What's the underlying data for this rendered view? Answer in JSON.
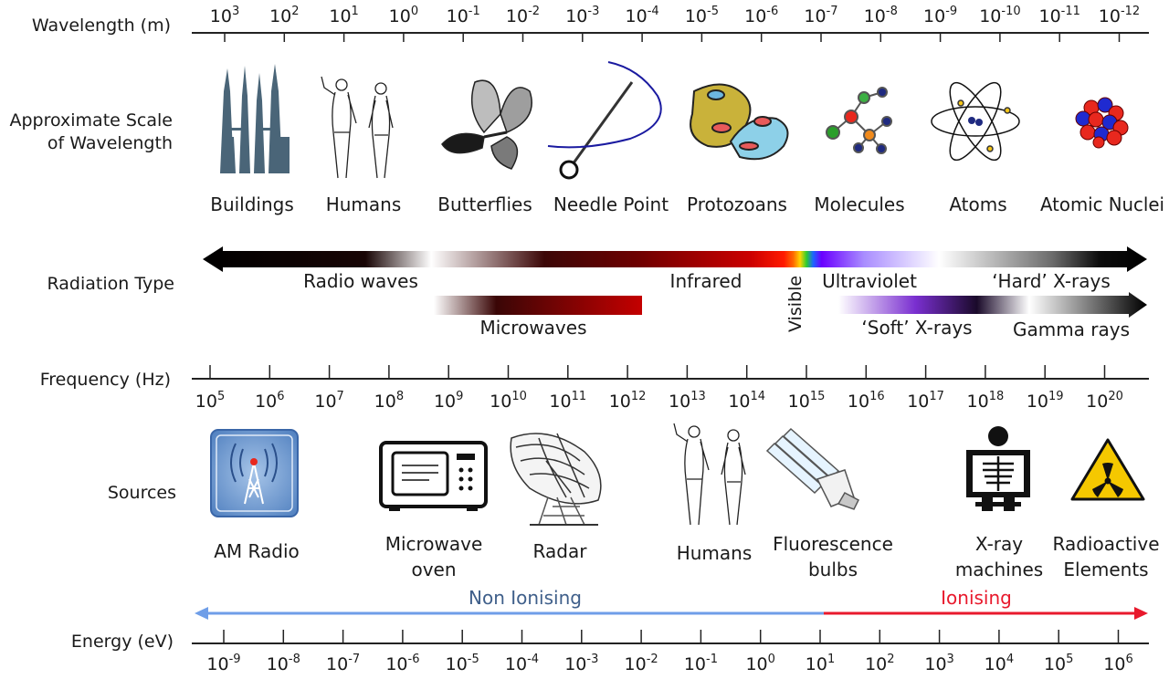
{
  "rows": {
    "wavelength": "Wavelength (m)",
    "scale_line1": "Approximate Scale",
    "scale_line2": "of Wavelength",
    "radiation": "Radiation Type",
    "frequency": "Frequency (Hz)",
    "sources": "Sources",
    "energy": "Energy (eV)"
  },
  "wavelength_ticks": [
    {
      "base": "10",
      "exp": "3"
    },
    {
      "base": "10",
      "exp": "2"
    },
    {
      "base": "10",
      "exp": "1"
    },
    {
      "base": "10",
      "exp": "0"
    },
    {
      "base": "10",
      "exp": "-1"
    },
    {
      "base": "10",
      "exp": "-2"
    },
    {
      "base": "10",
      "exp": "-3"
    },
    {
      "base": "10",
      "exp": "-4"
    },
    {
      "base": "10",
      "exp": "-5"
    },
    {
      "base": "10",
      "exp": "-6"
    },
    {
      "base": "10",
      "exp": "-7"
    },
    {
      "base": "10",
      "exp": "-8"
    },
    {
      "base": "10",
      "exp": "-9"
    },
    {
      "base": "10",
      "exp": "-10"
    },
    {
      "base": "10",
      "exp": "-11"
    },
    {
      "base": "10",
      "exp": "-12"
    }
  ],
  "scale_items": [
    {
      "label": "Buildings",
      "icon": "buildings-icon"
    },
    {
      "label": "Humans",
      "icon": "humans-icon"
    },
    {
      "label": "Butterflies",
      "icon": "butterfly-icon"
    },
    {
      "label": "Needle Point",
      "icon": "needle-icon"
    },
    {
      "label": "Protozoans",
      "icon": "protozoan-icon"
    },
    {
      "label": "Molecules",
      "icon": "molecule-icon"
    },
    {
      "label": "Atoms",
      "icon": "atom-icon"
    },
    {
      "label": "Atomic Nuclei",
      "icon": "nucleus-icon"
    }
  ],
  "radiation_types": {
    "radio": "Radio waves",
    "infrared": "Infrared",
    "visible": "Visible",
    "ultraviolet": "Ultraviolet",
    "hard_xrays": "‘Hard’ X-rays",
    "microwaves": "Microwaves",
    "soft_xrays": "‘Soft’ X-rays",
    "gamma": "Gamma rays"
  },
  "frequency_ticks": [
    {
      "base": "10",
      "exp": "5"
    },
    {
      "base": "10",
      "exp": "6"
    },
    {
      "base": "10",
      "exp": "7"
    },
    {
      "base": "10",
      "exp": "8"
    },
    {
      "base": "10",
      "exp": "9"
    },
    {
      "base": "10",
      "exp": "10"
    },
    {
      "base": "10",
      "exp": "11"
    },
    {
      "base": "10",
      "exp": "12"
    },
    {
      "base": "10",
      "exp": "13"
    },
    {
      "base": "10",
      "exp": "14"
    },
    {
      "base": "10",
      "exp": "15"
    },
    {
      "base": "10",
      "exp": "16"
    },
    {
      "base": "10",
      "exp": "17"
    },
    {
      "base": "10",
      "exp": "18"
    },
    {
      "base": "10",
      "exp": "19"
    },
    {
      "base": "10",
      "exp": "20"
    }
  ],
  "sources": {
    "am_radio": "AM Radio",
    "microwave_l1": "Microwave",
    "microwave_l2": "oven",
    "radar": "Radar",
    "humans": "Humans",
    "fluor_l1": "Fluorescence",
    "fluor_l2": "bulbs",
    "xray_l1": "X-ray",
    "xray_l2": "machines",
    "radio_l1": "Radioactive",
    "radio_l2": "Elements"
  },
  "ionising": {
    "non": "Non Ionising",
    "ion": "Ionising",
    "non_color": "#6f9ee8",
    "ion_color": "#e8192c"
  },
  "energy_ticks": [
    {
      "base": "10",
      "exp": "-9"
    },
    {
      "base": "10",
      "exp": "-8"
    },
    {
      "base": "10",
      "exp": "-7"
    },
    {
      "base": "10",
      "exp": "-6"
    },
    {
      "base": "10",
      "exp": "-5"
    },
    {
      "base": "10",
      "exp": "-4"
    },
    {
      "base": "10",
      "exp": "-3"
    },
    {
      "base": "10",
      "exp": "-2"
    },
    {
      "base": "10",
      "exp": "-1"
    },
    {
      "base": "10",
      "exp": "0"
    },
    {
      "base": "10",
      "exp": "1"
    },
    {
      "base": "10",
      "exp": "2"
    },
    {
      "base": "10",
      "exp": "3"
    },
    {
      "base": "10",
      "exp": "4"
    },
    {
      "base": "10",
      "exp": "5"
    },
    {
      "base": "10",
      "exp": "6"
    }
  ]
}
